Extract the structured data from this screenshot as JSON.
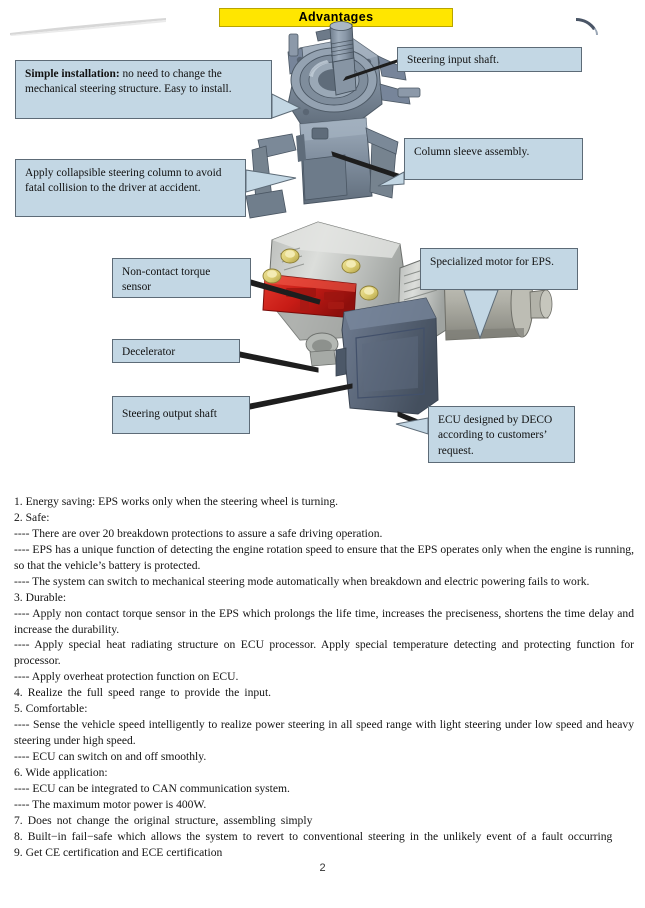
{
  "document": {
    "page_number": "2"
  },
  "banner": {
    "title": "Advantages"
  },
  "diagram": {
    "name": "eps-steering-column-assembly",
    "callouts": {
      "simple_installation_bold": "Simple installation:",
      "simple_installation_rest": " no need to change the mechanical steering structure. Easy to install.",
      "steering_input_shaft": "Steering input shaft.",
      "column_sleeve_assembly": "Column sleeve assembly.",
      "collapsible_column": "Apply collapsible steering column to avoid fatal collision to the driver at accident.",
      "torque_sensor": "Non-contact torque sensor",
      "specialized_motor": "Specialized motor for EPS.",
      "decelerator": "Decelerator",
      "steering_output_shaft": "Steering output shaft",
      "ecu": "ECU designed by DECO according to customers’ request."
    },
    "colors": {
      "callout_fill": "#c3d7e4",
      "callout_border": "#5d6b77",
      "banner_fill": "#ffe600",
      "torque_sensor_red": "#cc1f1f",
      "bolt_yellow": "#ded07a",
      "housing_gray": "#8a98a8",
      "ecu_dark": "#59657a",
      "motor_gray": "#a9a9a0"
    }
  },
  "advantages": [
    {
      "marker": "1.",
      "text": "Energy saving: EPS works only when the steering wheel is turning."
    },
    {
      "marker": "2.",
      "text": "Safe:"
    },
    {
      "marker": "----",
      "text": "There are over 20 breakdown protections to assure a safe driving operation."
    },
    {
      "marker": "----",
      "text": "EPS has a unique function of detecting the engine rotation speed to ensure that the EPS operates only when the engine is running, so that the vehicle’s battery is protected."
    },
    {
      "marker": "----",
      "text": "The system can switch to mechanical steering mode automatically when breakdown and electric powering fails to work."
    },
    {
      "marker": "3.",
      "text": "Durable:"
    },
    {
      "marker": "----",
      "text": "Apply non contact torque sensor in the EPS which prolongs the life time, increases the preciseness, shortens the time delay and increase the durability."
    },
    {
      "marker": "----",
      "text": "Apply special heat radiating structure on ECU processor. Apply special temperature detecting and protecting function for processor."
    },
    {
      "marker": "----",
      "text": "Apply overheat protection function on ECU."
    },
    {
      "marker": "4.",
      "text": "Realize the full speed range to provide the input."
    },
    {
      "marker": "5.",
      "text": "Comfortable:"
    },
    {
      "marker": "----",
      "text": "Sense the vehicle speed intelligently to realize power steering in all speed range with light steering under low speed and heavy steering under high speed."
    },
    {
      "marker": "----",
      "text": "ECU can switch on and off smoothly."
    },
    {
      "marker": "6.",
      "text": "Wide application:"
    },
    {
      "marker": "----",
      "text": "ECU can be integrated to CAN communication system."
    },
    {
      "marker": "----",
      "text": "The maximum motor power is 400W."
    },
    {
      "marker": "7.",
      "text": "Does not change the original structure,  assembling simply"
    },
    {
      "marker": "8.",
      "text": "Built−in fail−safe which allows the system to revert to conventional steering in the unlikely event of a fault occurring"
    },
    {
      "marker": "9.",
      "text": "Get CE  certification  and ECE certification"
    }
  ],
  "text_lines": {
    "l1": "1.   Energy saving: EPS works only when the steering wheel is turning.",
    "l2": "2.   Safe:",
    "l3": "---- There are over 20 breakdown protections to assure a safe driving operation.",
    "l4": "---- EPS has a unique function of detecting the engine rotation speed to ensure that the EPS operates only when the engine is running, so that the vehicle’s battery is protected.",
    "l5": "---- The system can switch to mechanical steering mode automatically when breakdown and electric powering fails to work.",
    "l6": "3.   Durable:",
    "l7": "---- Apply non contact torque sensor in the EPS which prolongs the life time, increases the preciseness, shortens the time delay and increase the durability.",
    "l8": "---- Apply special heat radiating structure on ECU processor. Apply special temperature detecting and protecting function for processor.",
    "l9": "---- Apply overheat protection function on ECU.",
    "l10": "4. Realize  the  full  speed  range  to  provide  the  input.",
    "l11": "5.   Comfortable:",
    "l12": "---- Sense the vehicle speed intelligently to realize power steering in all speed range with light steering under low speed and heavy steering under high speed.",
    "l13": "---- ECU can switch on and off smoothly.",
    "l14": "6.   Wide application:",
    "l15": "---- ECU can be integrated to CAN communication system.",
    "l16": "---- The maximum motor power is 400W.",
    "l17": "7.  Does  not  change  the  original  structure,   assembling  simply",
    "l18": "8. Built−in  fail−safe  which  allows  the  system  to  revert  to  conventional  steering  in  the  unlikely  event  of  a  fault  occurring",
    "l19": "9. Get CE  certification  and ECE certification"
  }
}
